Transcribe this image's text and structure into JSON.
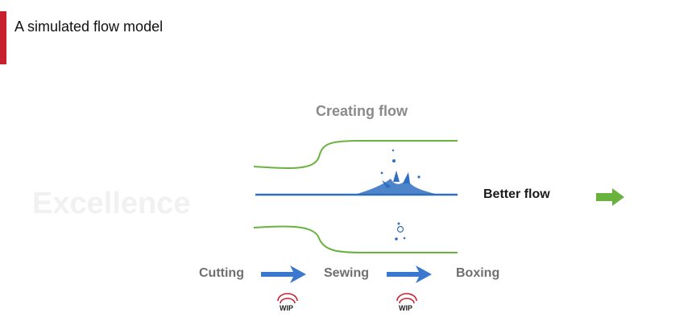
{
  "slide": {
    "title": "A simulated flow model"
  },
  "watermark": "Excellence",
  "diagram": {
    "title": "Creating flow",
    "outcome_label": "Better flow",
    "steps": [
      "Cutting",
      "Sewing",
      "Boxing"
    ],
    "wip_label": "WIP"
  },
  "colors": {
    "accent": "#c8202f",
    "pipe": "#6ab23e",
    "water": "#2f6fc0",
    "process_arrow": "#3a78d0",
    "outcome_arrow": "#6ab23e",
    "wip_icon": "#c8202f"
  }
}
